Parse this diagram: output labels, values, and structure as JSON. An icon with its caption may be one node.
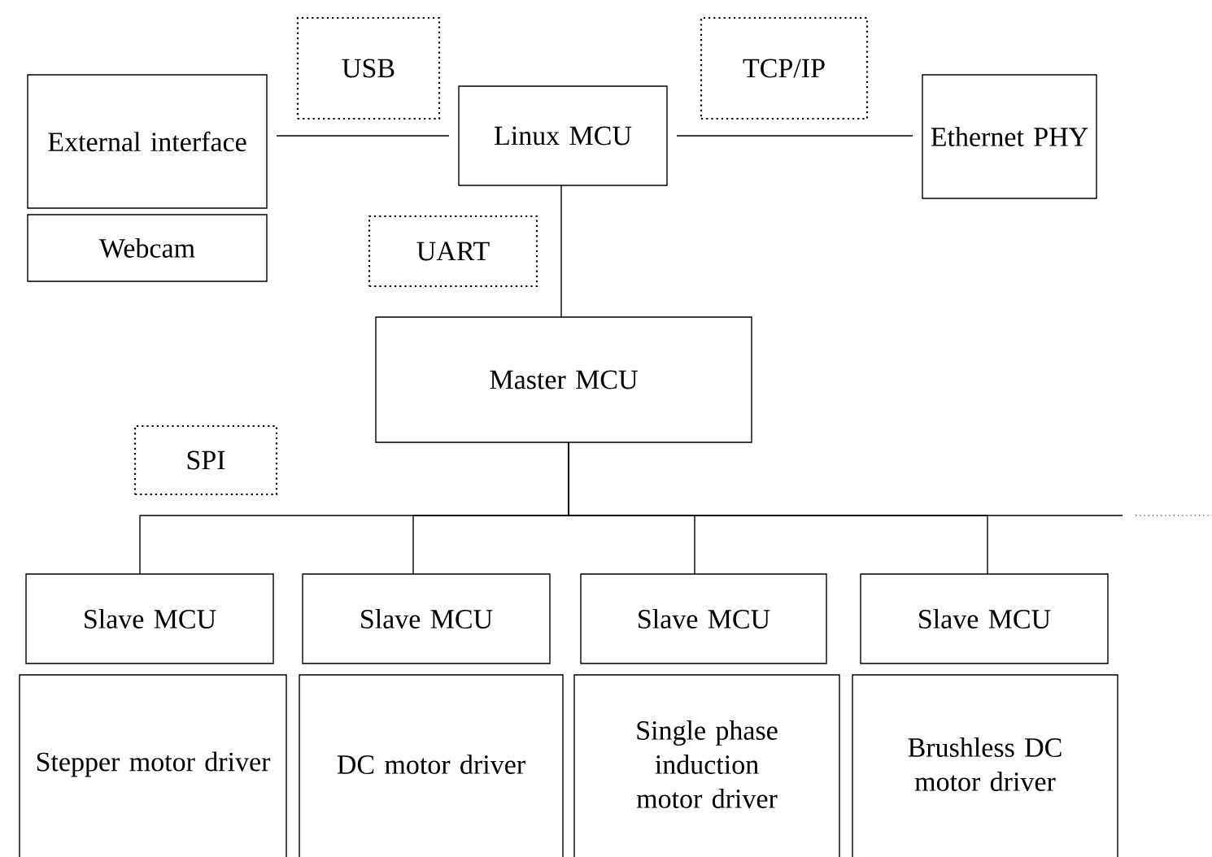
{
  "diagram": {
    "nodes": [
      {
        "text": [
          "External interface"
        ]
      },
      {
        "text": [
          "Webcam"
        ]
      },
      {
        "text": [
          "Linux MCU"
        ]
      },
      {
        "text": [
          "Ethernet PHY"
        ]
      },
      {
        "text": [
          "Master MCU"
        ]
      },
      {
        "text": [
          "Slave MCU"
        ]
      },
      {
        "text": [
          "Slave MCU"
        ]
      },
      {
        "text": [
          "Slave MCU"
        ]
      },
      {
        "text": [
          "Slave MCU"
        ]
      },
      {
        "text": [
          "Stepper motor driver"
        ]
      },
      {
        "text": [
          "DC motor driver"
        ]
      },
      {
        "text": [
          "Single phase induction motor driver"
        ]
      },
      {
        "text": [
          "Brushless DC motor driver"
        ]
      }
    ],
    "edges": [
      {
        "from": 0,
        "to": 2,
        "arrow": "none",
        "label": "USB"
      },
      {
        "from": 2,
        "to": 3,
        "arrow": "none",
        "label": "TCP/IP"
      },
      {
        "from": 2,
        "to": 4,
        "arrow": "none",
        "label": "UART"
      },
      {
        "from": 4,
        "to": 5,
        "arrow": "none"
      },
      {
        "from": 4,
        "to": 6,
        "arrow": "none"
      },
      {
        "from": 4,
        "to": 7,
        "arrow": "none"
      },
      {
        "from": 4,
        "to": 8,
        "arrow": "none"
      },
      {
        "from": 4,
        "to": null,
        "arrow": "none"
      }
    ],
    "labels": [
      "SPI"
    ]
  }
}
